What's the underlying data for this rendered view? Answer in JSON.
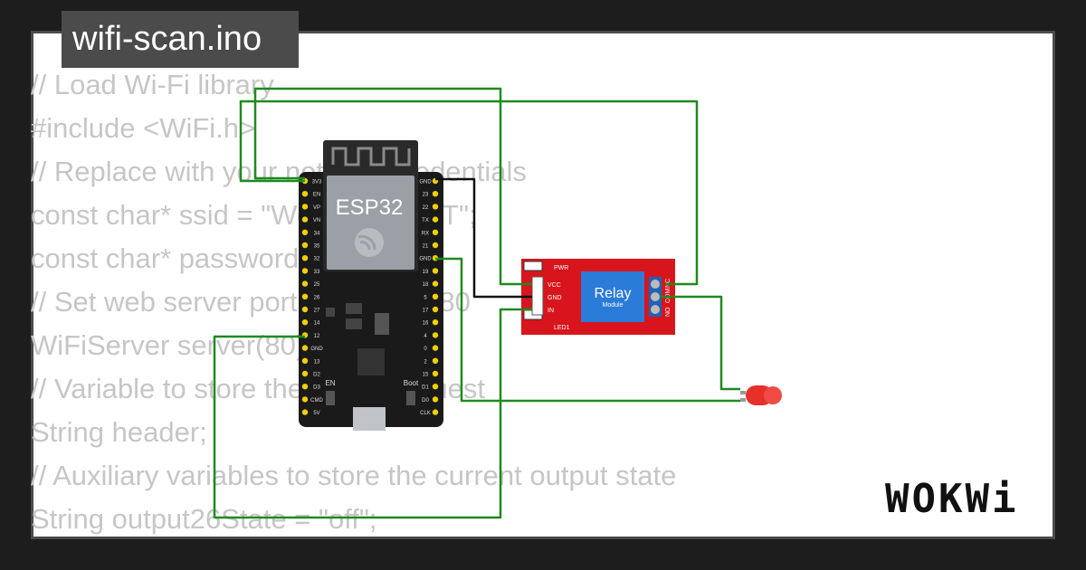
{
  "title": "wifi-scan.ino",
  "code_lines": [
    "// Load Wi-Fi library",
    "#include <WiFi.h>",
    "// Replace with your network credentials",
    "const char* ssid = \"Wokwi-GUEST\";",
    "const char* password = \"\";",
    "// Set web server port number to 80",
    "WiFiServer server(80);",
    "// Variable to store the HTTP request",
    "String header;",
    "// Auxiliary variables to store the current output state",
    "String output26State = \"off\";"
  ],
  "board": {
    "label": "ESP32",
    "left_pins": [
      "3V3",
      "EN",
      "VP",
      "VN",
      "34",
      "35",
      "32",
      "33",
      "25",
      "26",
      "27",
      "14",
      "12",
      "GND",
      "13",
      "D2",
      "D3",
      "CMD",
      "5V"
    ],
    "right_pins": [
      "GND",
      "23",
      "22",
      "TX",
      "RX",
      "21",
      "GND",
      "19",
      "18",
      "5",
      "17",
      "16",
      "4",
      "0",
      "2",
      "15",
      "D1",
      "D0",
      "CLK"
    ],
    "en_label": "EN",
    "boot_label": "Boot"
  },
  "relay": {
    "label": "Relay",
    "sublabel": "Module",
    "pins": [
      "VCC",
      "GND",
      "IN"
    ],
    "indicators": [
      "PWR",
      "LED1"
    ],
    "terminals": [
      "NO",
      "COM",
      "NC"
    ]
  },
  "brand": "WOKWi",
  "colors": {
    "wire_green": "#1f8a1f",
    "wire_black": "#111111",
    "board_black": "#1a1a1a",
    "relay_red": "#d8151c",
    "relay_blue": "#2b7bd8",
    "led_red": "#e8302a",
    "pin_yellow": "#f0d000"
  }
}
